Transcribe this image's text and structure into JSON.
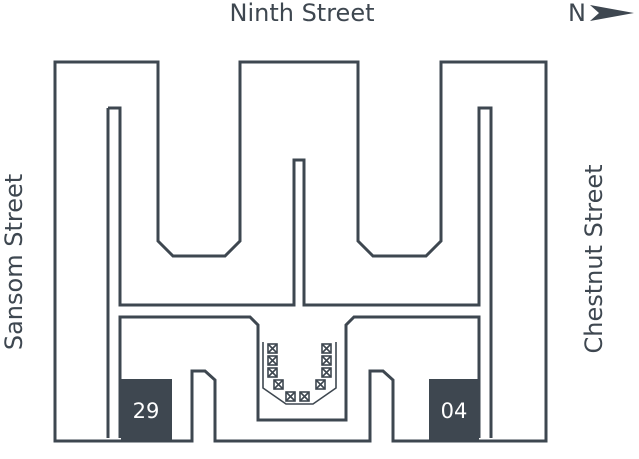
{
  "streets": {
    "top": "Ninth Street",
    "left": "Sansom Street",
    "right": "Chestnut Street"
  },
  "compass": {
    "label": "N"
  },
  "units": [
    {
      "label": "29"
    },
    {
      "label": "04"
    }
  ],
  "colors": {
    "ink": "#3e4750",
    "background": "#ffffff"
  }
}
